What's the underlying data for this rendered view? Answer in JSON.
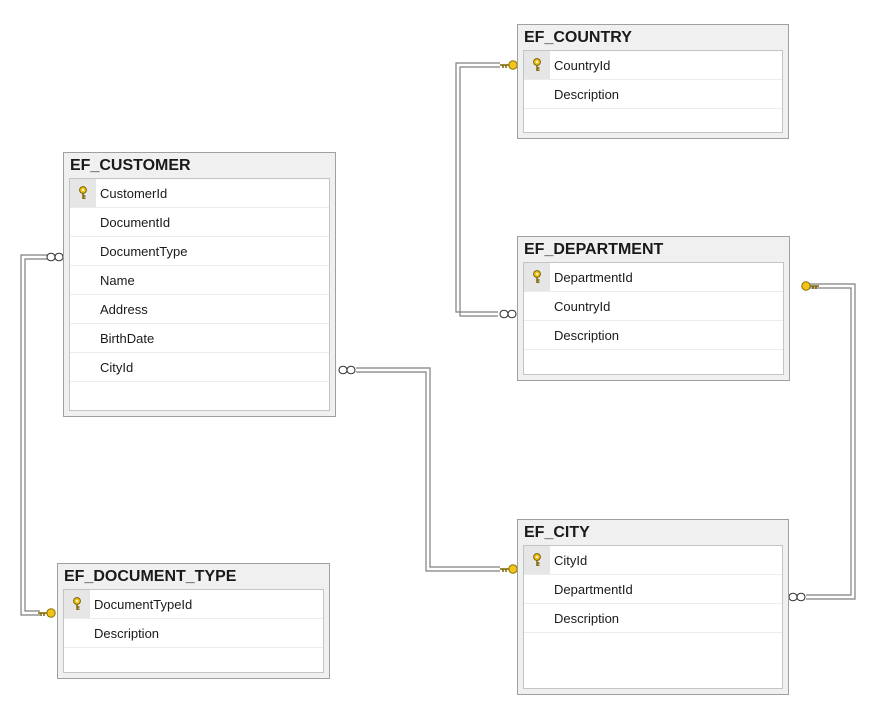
{
  "colors": {
    "header_bg": "#f0f0f0",
    "grid_bg": "#ffffff",
    "key_icon": "#f2c318",
    "line": "#7f7f7f"
  },
  "tables": {
    "country": {
      "title": "EF_COUNTRY",
      "columns": [
        {
          "name": "CountryId",
          "primary_key": true
        },
        {
          "name": "Description",
          "primary_key": false
        }
      ]
    },
    "customer": {
      "title": "EF_CUSTOMER",
      "columns": [
        {
          "name": "CustomerId",
          "primary_key": true
        },
        {
          "name": "DocumentId",
          "primary_key": false
        },
        {
          "name": "DocumentType",
          "primary_key": false
        },
        {
          "name": "Name",
          "primary_key": false
        },
        {
          "name": "Address",
          "primary_key": false
        },
        {
          "name": "BirthDate",
          "primary_key": false
        },
        {
          "name": "CityId",
          "primary_key": false
        }
      ]
    },
    "department": {
      "title": "EF_DEPARTMENT",
      "columns": [
        {
          "name": "DepartmentId",
          "primary_key": true
        },
        {
          "name": "CountryId",
          "primary_key": false
        },
        {
          "name": "Description",
          "primary_key": false
        }
      ]
    },
    "city": {
      "title": "EF_CITY",
      "columns": [
        {
          "name": "CityId",
          "primary_key": true
        },
        {
          "name": "DepartmentId",
          "primary_key": false
        },
        {
          "name": "Description",
          "primary_key": false
        }
      ]
    },
    "document_type": {
      "title": "EF_DOCUMENT_TYPE",
      "columns": [
        {
          "name": "DocumentTypeId",
          "primary_key": true
        },
        {
          "name": "Description",
          "primary_key": false
        }
      ]
    }
  },
  "relationships": [
    {
      "from": "EF_DEPARTMENT",
      "to": "EF_COUNTRY",
      "many_end": "infinity-symbol",
      "one_end": "key-icon"
    },
    {
      "from": "EF_CUSTOMER",
      "to": "EF_CITY",
      "many_end": "infinity-symbol",
      "one_end": "key-icon"
    },
    {
      "from": "EF_CITY",
      "to": "EF_DEPARTMENT",
      "many_end": "infinity-symbol",
      "one_end": "key-icon"
    },
    {
      "from": "EF_CUSTOMER",
      "to": "EF_DOCUMENT_TYPE",
      "many_end": "infinity-symbol",
      "one_end": "key-icon"
    }
  ]
}
